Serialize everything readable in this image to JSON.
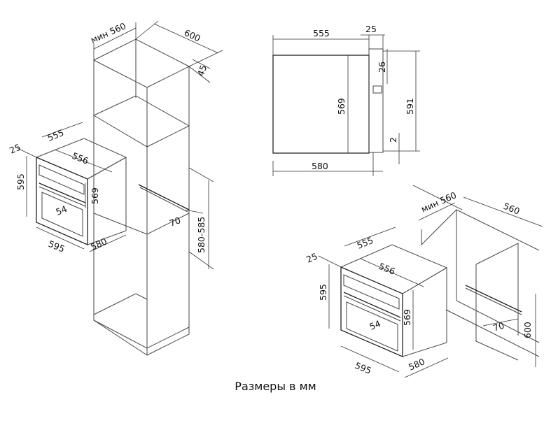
{
  "caption": "Размеры в мм",
  "views": {
    "tall_cabinet": {
      "width_min": "мин 560",
      "depth": "600",
      "top_offset": "45",
      "vent_gap": "70",
      "niche_height": "580-585"
    },
    "oven_left": {
      "depth_body": "555",
      "front_thickness": "25",
      "inner_width": "556",
      "height": "595",
      "handle_offset": "54",
      "body_height": "569",
      "front_width": "595",
      "body_depth": "580"
    },
    "side_view": {
      "body_depth": "555",
      "front_thickness": "25",
      "top_gap": "26",
      "body_height": "569",
      "total_height": "591",
      "bottom_gap": "2",
      "total_depth": "580"
    },
    "undercounter": {
      "width_min": "мин 560",
      "depth": "560",
      "vent_gap": "70",
      "niche_height": "600"
    },
    "oven_right": {
      "depth_body": "555",
      "front_thickness": "25",
      "inner_width": "556",
      "height": "595",
      "handle_offset": "54",
      "body_height": "569",
      "front_width": "595",
      "body_depth": "580"
    }
  }
}
